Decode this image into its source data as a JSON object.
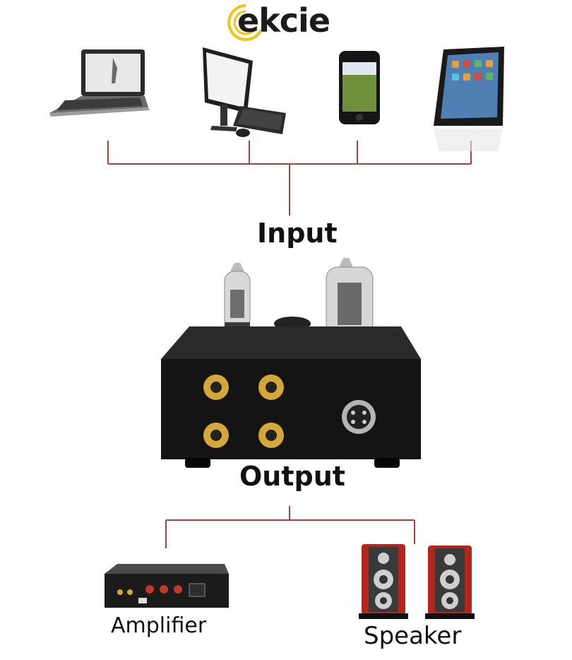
{
  "brand": {
    "logo_text": "ekcie",
    "accent": "#f4c20d"
  },
  "labels": {
    "input": "Input",
    "output": "Output",
    "amplifier": "Amplifier",
    "speaker": "Speaker"
  },
  "devices": {
    "input": [
      "laptop-icon",
      "desktop-computer-icon",
      "smartphone-icon",
      "tablet-icon"
    ],
    "output": [
      "amplifier-icon",
      "speaker-icon"
    ]
  },
  "colors": {
    "connector_line": "#a8423f",
    "tube_amp_body": "#141414",
    "rca_gold": "#d4a73a",
    "speaker_red": "#b3261e"
  }
}
